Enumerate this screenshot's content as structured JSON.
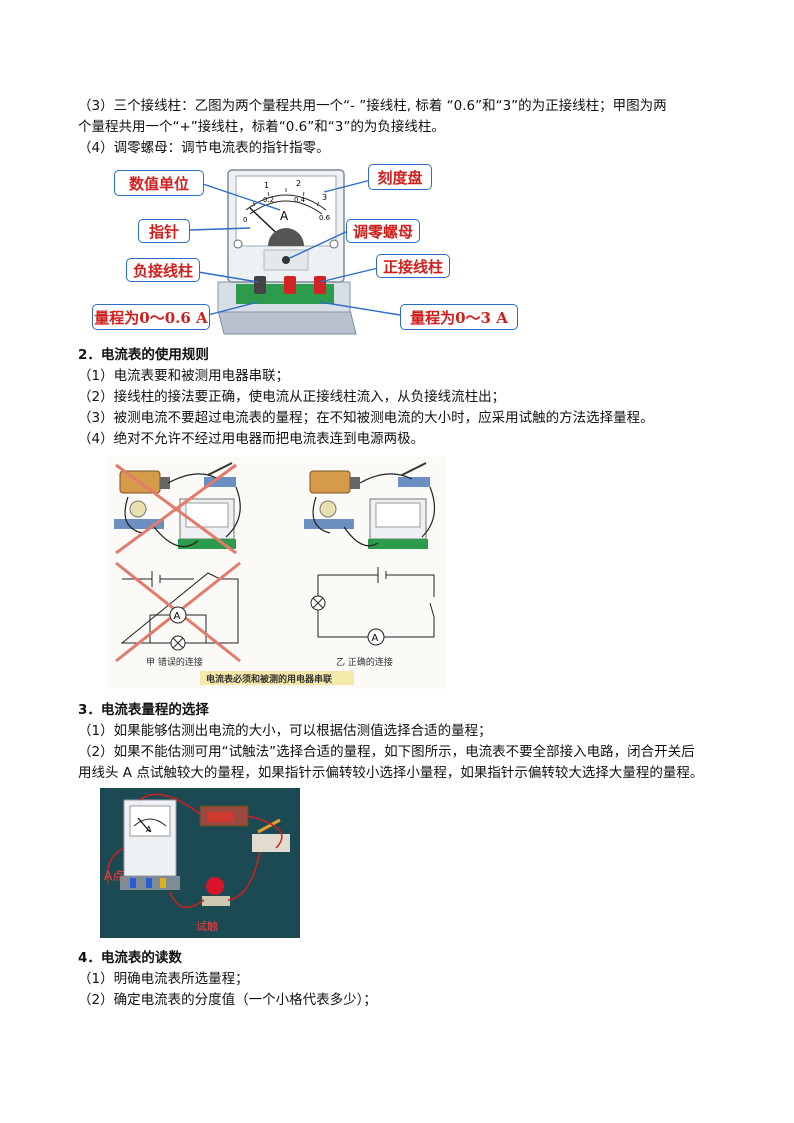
{
  "sec1": {
    "p3_l1": "（3）三个接线柱：乙图为两个量程共用一个“- ”接线柱, 标着 “0.6”和“3”的为正接线柱；甲图为两",
    "p3_l2": "个量程共用一个“+”接线柱，标着“0.6”和“3”的为负接线柱。",
    "p4": "（4）调零螺母：调节电流表的指针指零。"
  },
  "meter_fig": {
    "labels": {
      "unit": "数值单位",
      "dial": "刻度盘",
      "needle": "指针",
      "zero_nut": "调零螺母",
      "neg_post": "负接线柱",
      "pos_post": "正接线柱",
      "range_small": "量程为0～0.6 A",
      "range_large": "量程为0～3 A"
    },
    "scale_top": [
      "1",
      "2",
      "3"
    ],
    "scale_bottom": [
      "0",
      "0.2",
      "0.4",
      "0.6"
    ],
    "unit_symbol": "A"
  },
  "sec2": {
    "title": "2．电流表的使用规则",
    "r1": "（1）电流表要和被测用电器串联；",
    "r2": "（2）接线柱的接法要正确，使电流从正接线柱流入，从负接线流柱出；",
    "r3": "（3）被测电流不要超过电流表的量程；在不知被测电流的大小时，应采用试触的方法选择量程。",
    "r4": "（4）绝对不允许不经过用电器而把电流表连到电源两极。"
  },
  "series_fig": {
    "cap_wrong": "甲  错误的连接",
    "cap_right": "乙  正确的连接",
    "banner": "电流表必须和被测的用电器串联",
    "meter_symbol": "A"
  },
  "sec3": {
    "title": "3．电流表量程的选择",
    "p1": "（1）如果能够估测出电流的大小，可以根据估测值选择合适的量程；",
    "p2_l1": "（2）如果不能估测可用“试触法”选择合适的量程，如下图所示，电流表不要全部接入电路，闭合开关后",
    "p2_l2": "用线头 A 点试触较大的量程，如果指针示偏转较小选择小量程，如果指针示偏转较大选择大量程的量程。"
  },
  "trial_fig": {
    "label_a": "A点",
    "label_trial": "试触",
    "meter_symbol": "A"
  },
  "sec4": {
    "title": "4．电流表的读数",
    "p1": "（1）明确电流表所选量程；",
    "p2": "（2）确定电流表的分度值（一个小格代表多少）；"
  }
}
